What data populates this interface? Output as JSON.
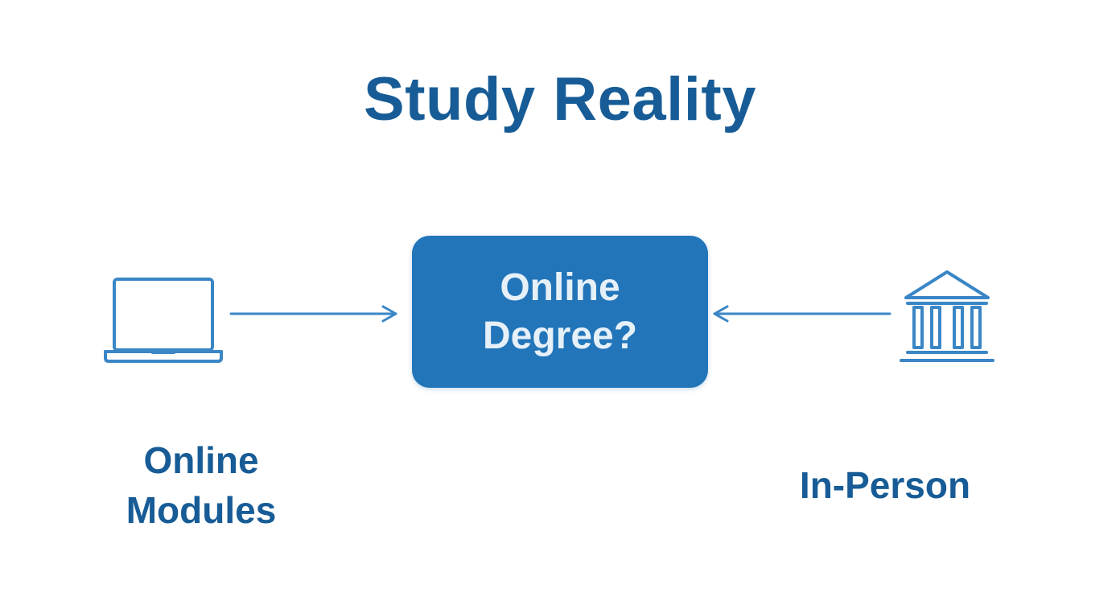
{
  "title": "Study Reality",
  "center": {
    "line1": "Online",
    "line2": "Degree?"
  },
  "left": {
    "icon": "laptop-icon",
    "line1": "Online",
    "line2": "Modules"
  },
  "right": {
    "icon": "bank-icon",
    "label": "In-Person"
  },
  "colors": {
    "primary": "#175c96",
    "box_fill": "#2275b9",
    "box_text": "#e6f0f8",
    "line": "#3a86c6"
  }
}
